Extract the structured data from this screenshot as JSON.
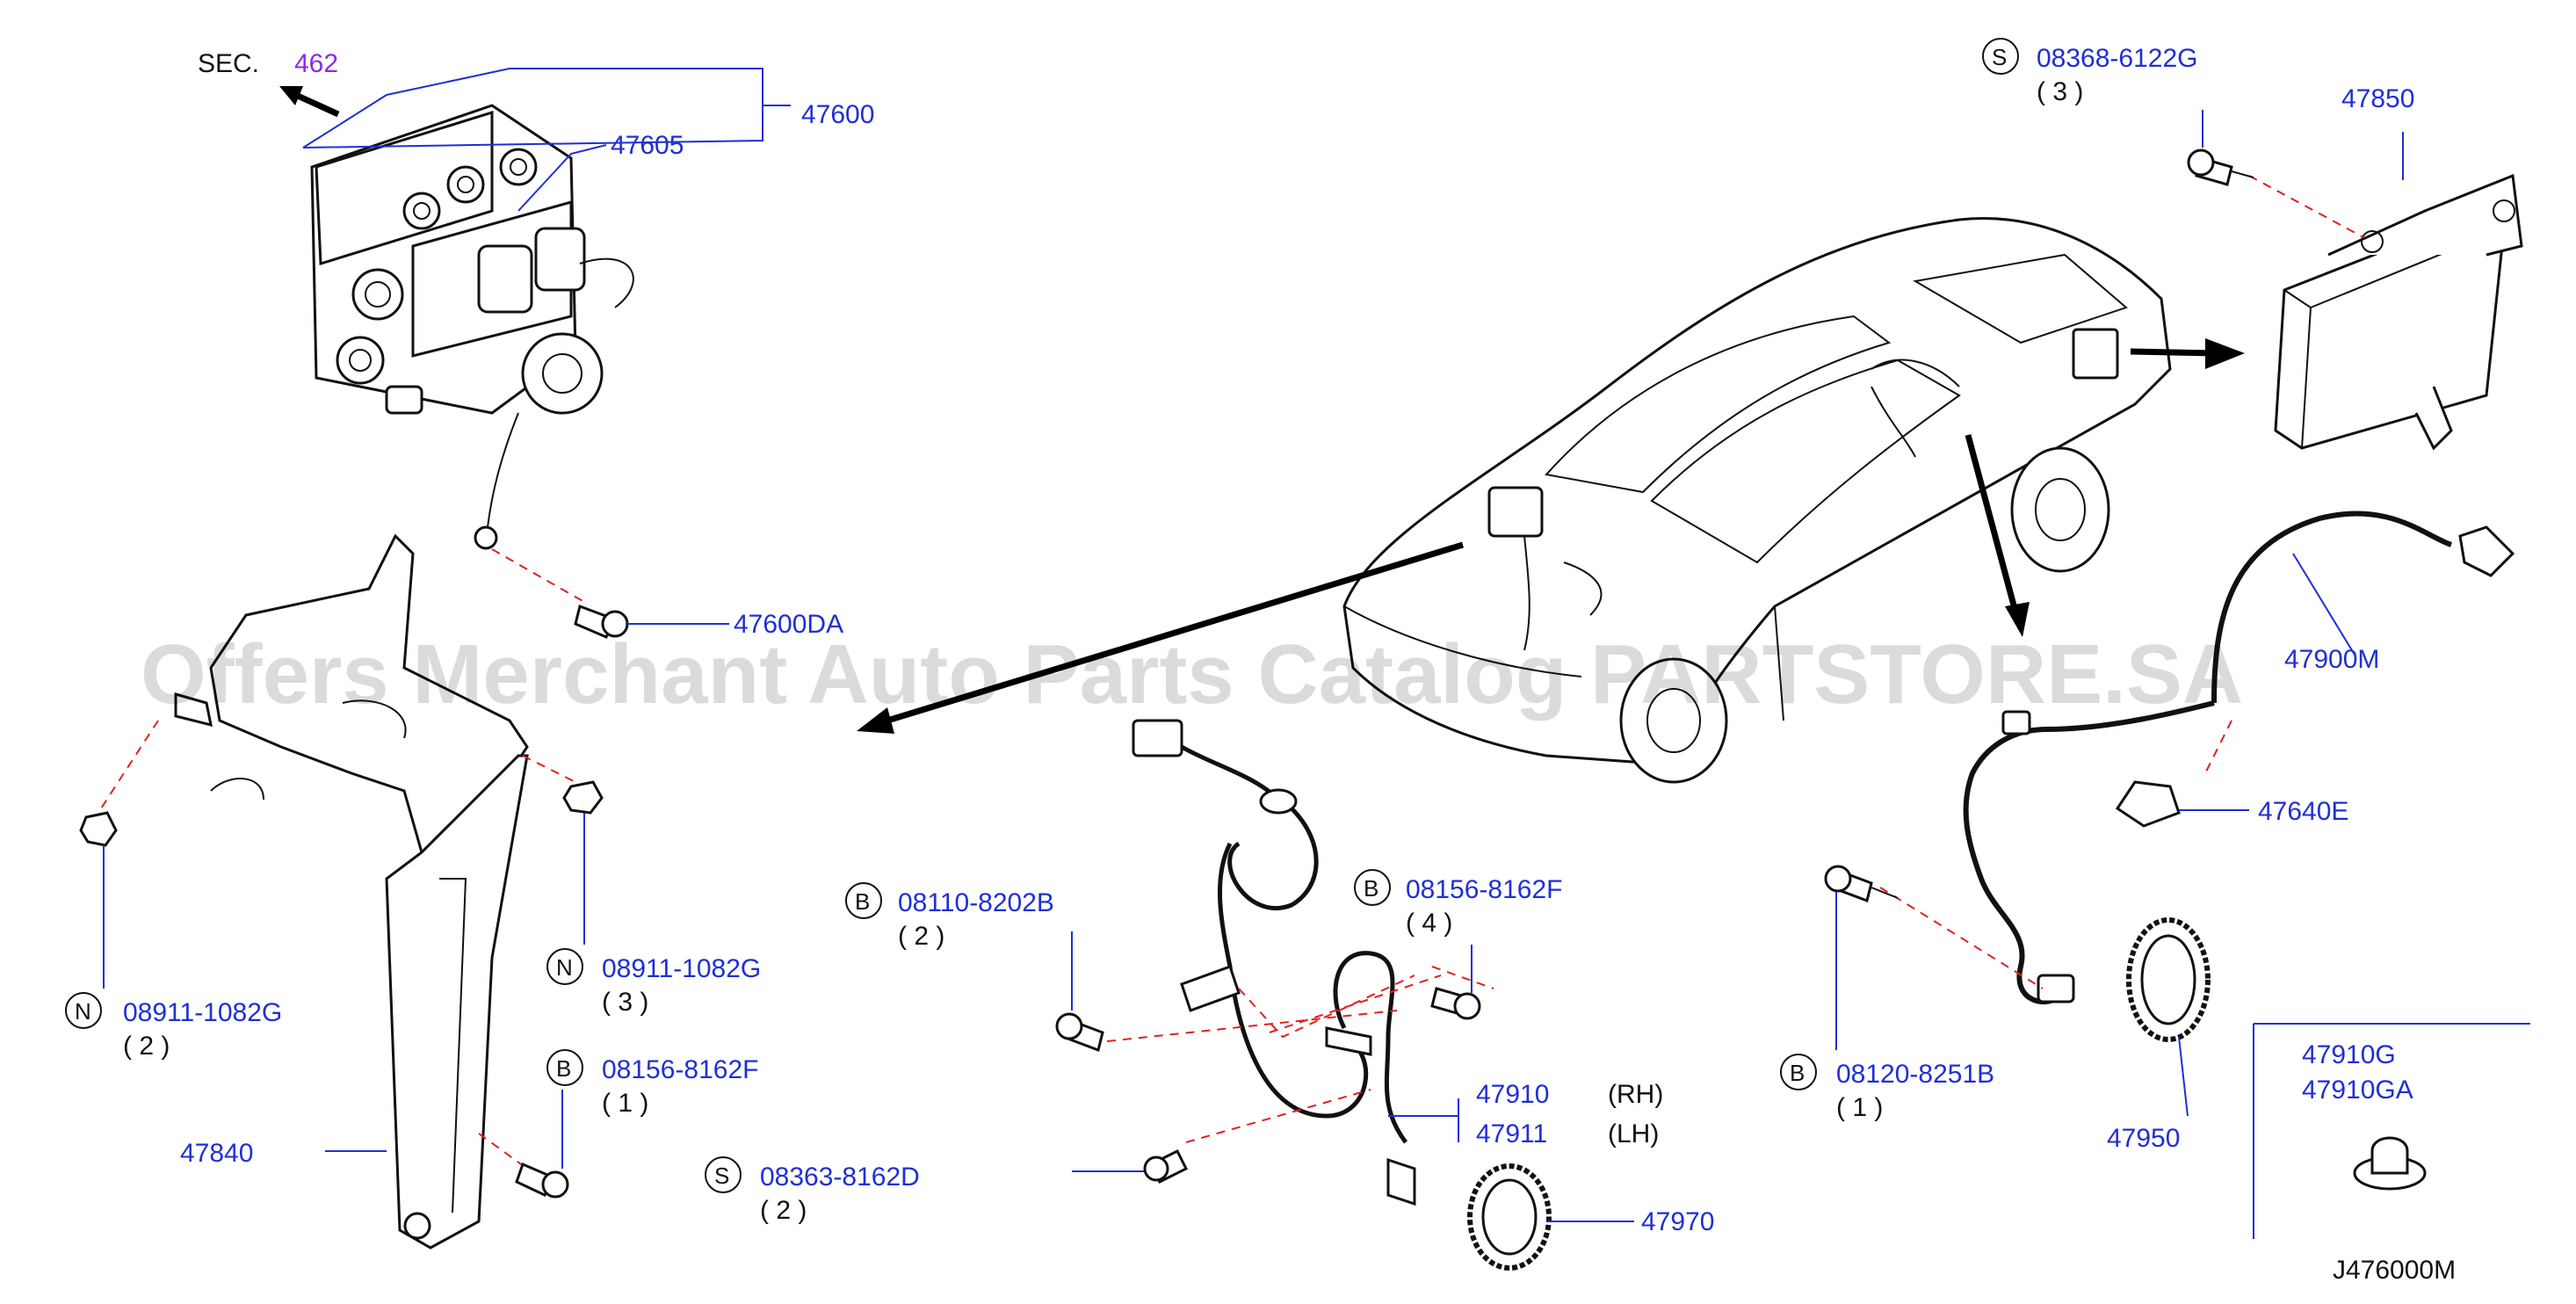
{
  "watermark": "Offers Merchant Auto Parts Catalog PARTSTORE.SA",
  "drawing_code": "J476000M",
  "sec_ref": {
    "prefix": "SEC.",
    "number": "462"
  },
  "labels": {
    "p47600": "47600",
    "p47605": "47605",
    "p47600DA": "47600DA",
    "p47840": "47840",
    "p47850": "47850",
    "p47900M": "47900M",
    "p47640E": "47640E",
    "p47950": "47950",
    "p47910": "47910",
    "p47911": "47911",
    "rh": "(RH)",
    "lh": "(LH)",
    "p47970": "47970",
    "p47910G": "47910G",
    "p47910GA": "47910GA"
  },
  "fasteners": {
    "s08368": {
      "letter": "S",
      "code": "08368-6122G",
      "qty": "( 3 )"
    },
    "n08911a": {
      "letter": "N",
      "code": "08911-1082G",
      "qty": "( 2 )"
    },
    "n08911b": {
      "letter": "N",
      "code": "08911-1082G",
      "qty": "( 3 )"
    },
    "b08156a": {
      "letter": "B",
      "code": "08156-8162F",
      "qty": "( 1 )"
    },
    "s08363": {
      "letter": "S",
      "code": "08363-8162D",
      "qty": "( 2 )"
    },
    "b08110": {
      "letter": "B",
      "code": "08110-8202B",
      "qty": "( 2 )"
    },
    "b08156b": {
      "letter": "B",
      "code": "08156-8162F",
      "qty": "( 4 )"
    },
    "b08120": {
      "letter": "B",
      "code": "08120-8251B",
      "qty": "( 1 )"
    }
  },
  "colors": {
    "label": "#1f2fd6",
    "leader_dash": "#e02020",
    "sec_number": "#8a2be2"
  }
}
